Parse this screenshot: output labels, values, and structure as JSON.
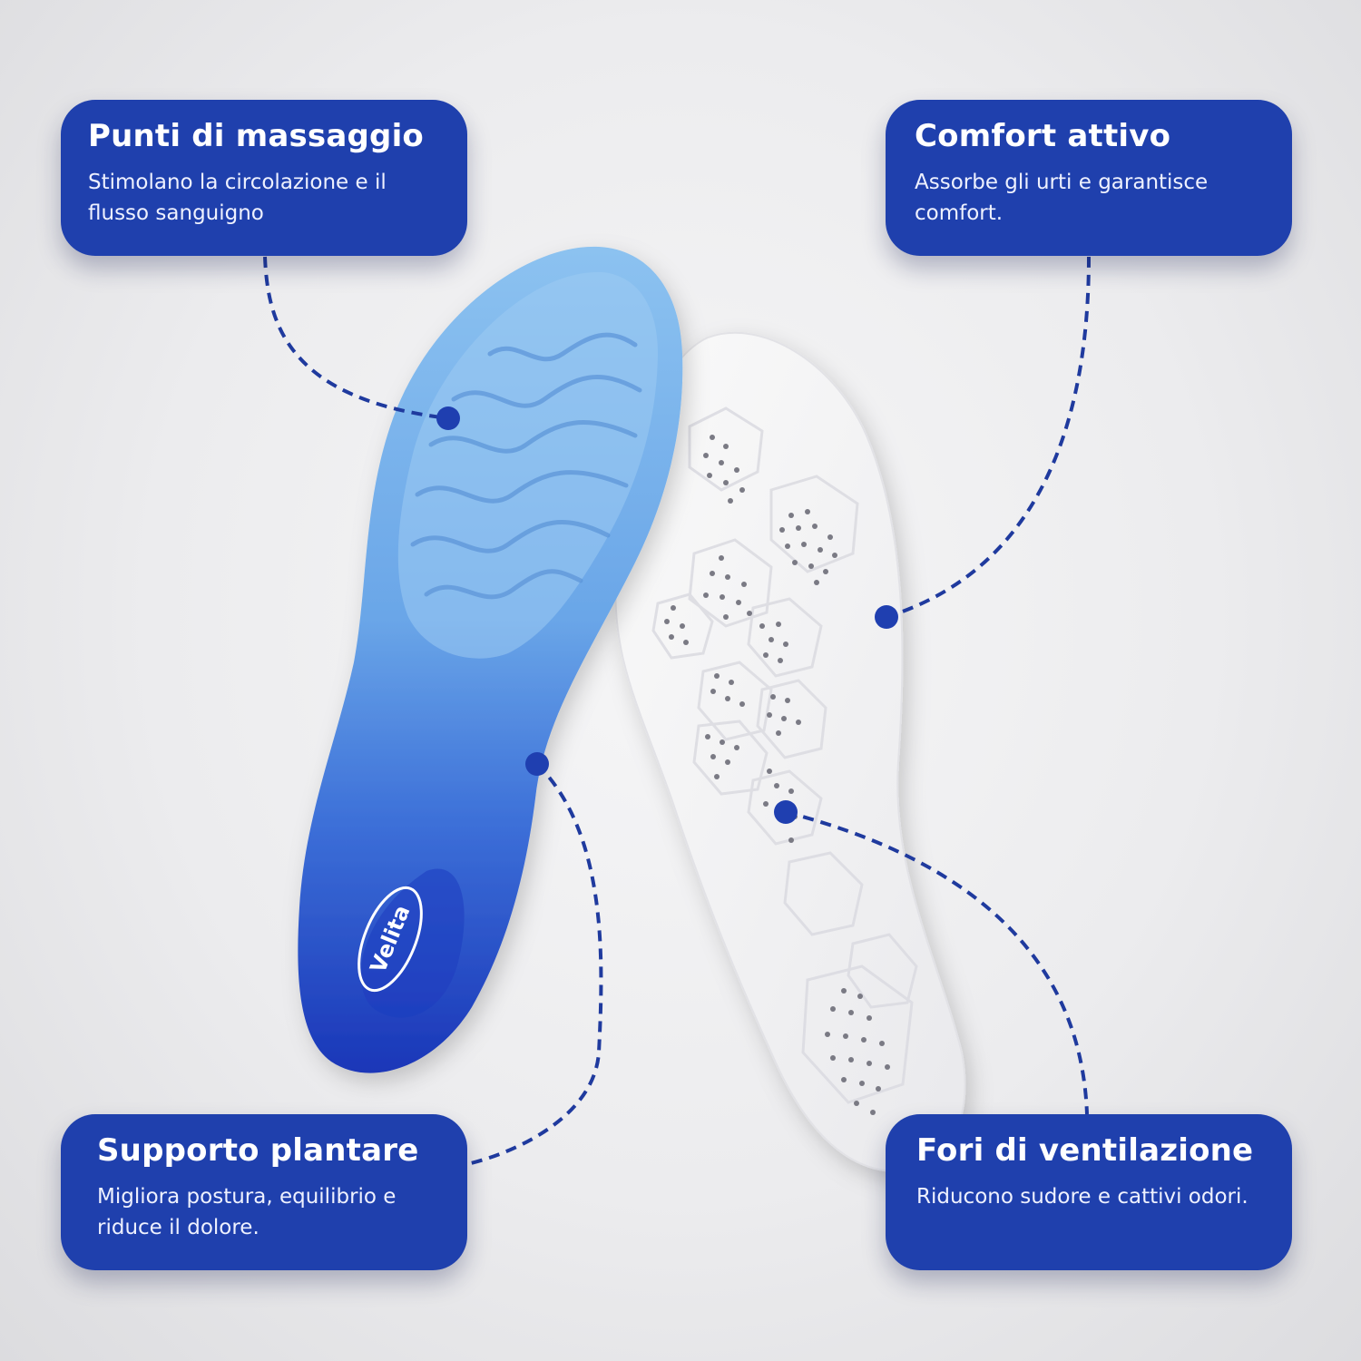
{
  "callouts": {
    "top_left": {
      "title": "Punti di massaggio",
      "text": "Stimolano la circolazione e il flusso sanguigno"
    },
    "top_right": {
      "title": "Comfort attivo",
      "text": "Assorbe gli urti e garantisce comfort."
    },
    "bottom_left": {
      "title": "Supporto plantare",
      "text": "Migliora postura, equilibrio e riduce il dolore."
    },
    "bottom_right": {
      "title": "Fori di ventilazione",
      "text": "Riducono sudore e cattivi odori."
    }
  },
  "insole": {
    "brand": "Velita"
  },
  "colors": {
    "card": "#1f40ad",
    "connector": "#1f3a9e",
    "insole_top": "#7fb8ea",
    "insole_bottom": "#1f3fc4",
    "insole_white": "#f7f7f8"
  }
}
